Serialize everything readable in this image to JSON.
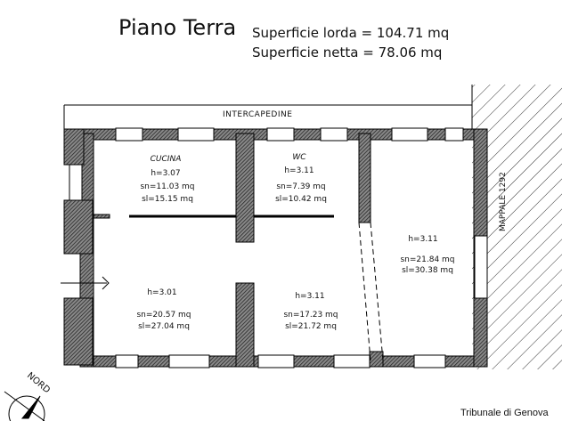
{
  "title": "Piano Terra",
  "superficie_lorda": "Superficie lorda = 104.71 mq",
  "superficie_netta": "Superficie netta = 78.06 mq",
  "intercapedine": "INTERCAPEDINE",
  "mappale": "MAPPALE 1292",
  "nord": "NORD",
  "footer": "Tribunale di Genova",
  "rooms": [
    {
      "name": "CUCINA",
      "h": "h=3.07",
      "sn": "sn=11.03 mq",
      "sl": "sl=15.15 mq"
    },
    {
      "name": "WC",
      "h": "h=3.11",
      "sn": "sn=7.39 mq",
      "sl": "sl=10.42 mq"
    },
    {
      "h": "h=3.11",
      "sn": "sn=21.84 mq",
      "sl": "sl=30.38 mq"
    },
    {
      "h": "h=3.01",
      "sn": "sn=20.57 mq",
      "sl": "sl=27.04 mq"
    },
    {
      "h": "h=3.11",
      "sn": "sn=17.23 mq",
      "sl": "sl=21.72 mq"
    }
  ]
}
